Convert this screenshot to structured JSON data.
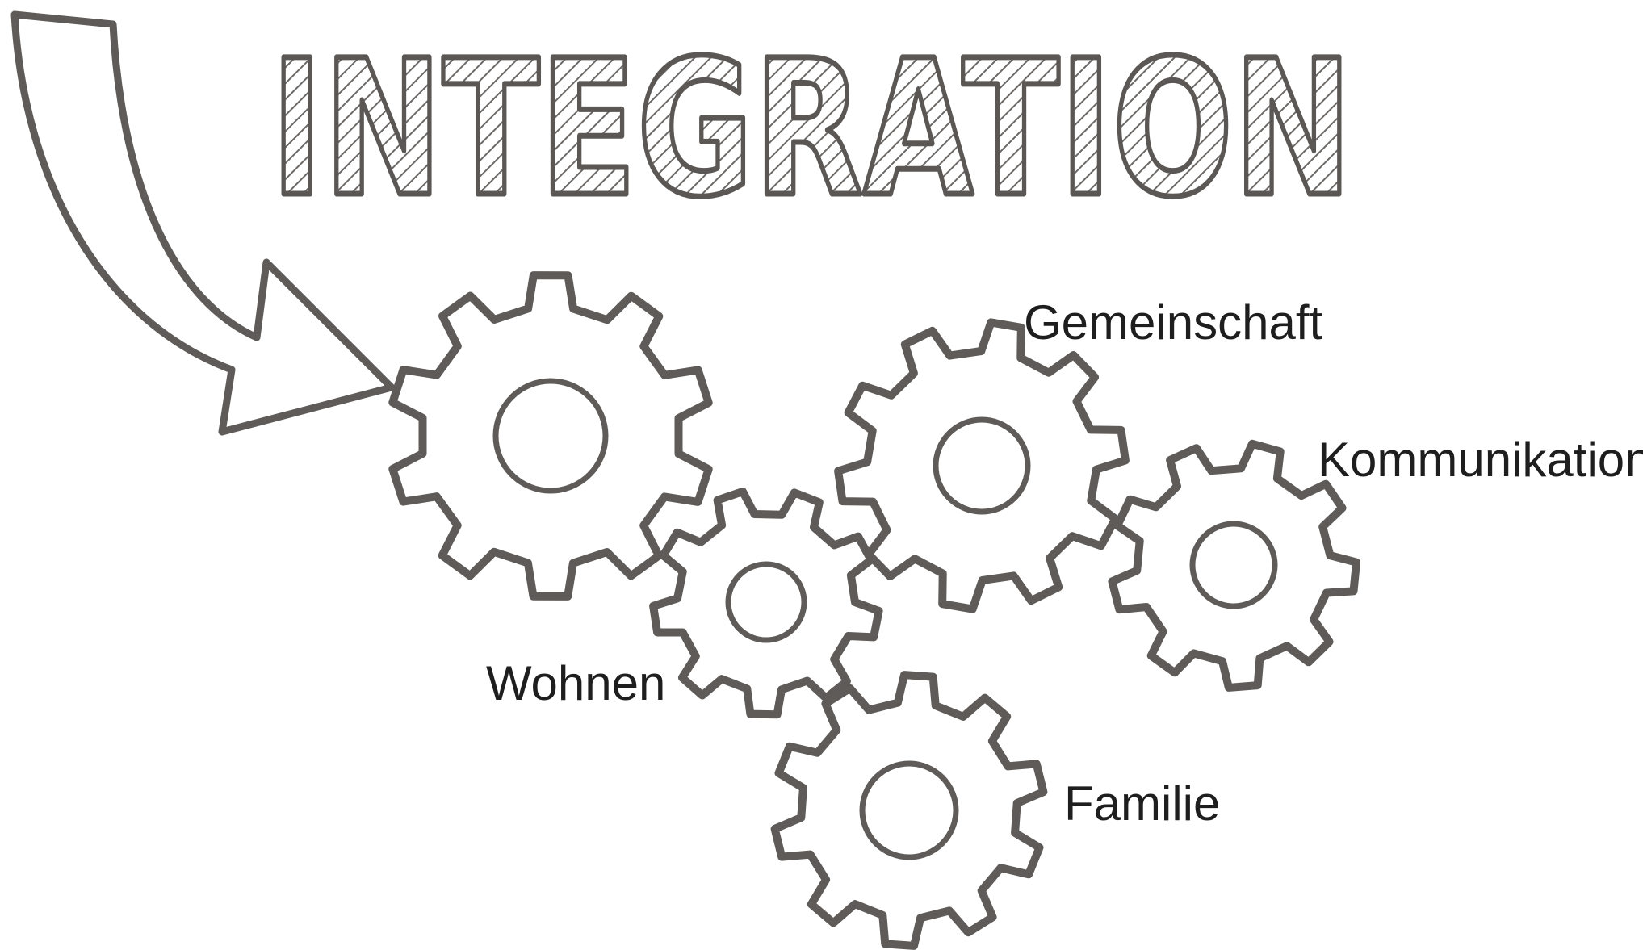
{
  "title": "INTEGRATION",
  "gears": [
    {
      "id": "main",
      "label": ""
    },
    {
      "id": "wohnen",
      "label": "Wohnen"
    },
    {
      "id": "gemeinschaft",
      "label": "Gemeinschaft"
    },
    {
      "id": "kommunikation",
      "label": "Kommunikation"
    },
    {
      "id": "familie",
      "label": "Familie"
    }
  ],
  "colors": {
    "stroke": "#5e5b59",
    "text": "#1e1e1e",
    "background": "#ffffff"
  }
}
